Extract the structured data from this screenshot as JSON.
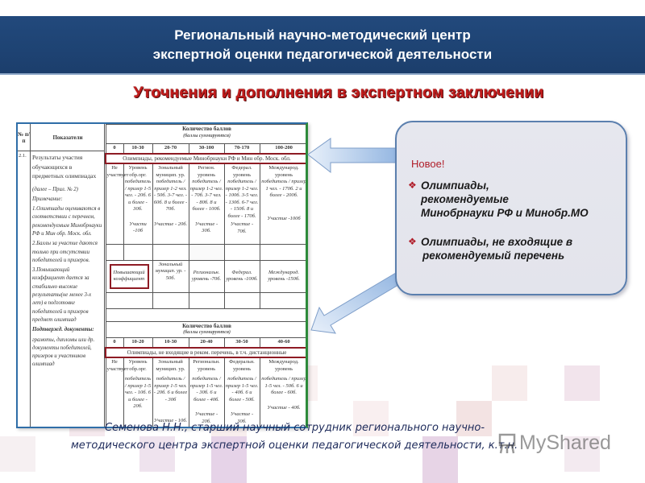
{
  "header": {
    "title_line1": "Региональный научно-методический центр",
    "title_line2": "экспертной оценки педагогической деятельности"
  },
  "subtitle": "Уточнения и дополнения в экспертном заключении",
  "document": {
    "col_num_header": "№ п/п",
    "col_indicator_header": "Показатели",
    "row_number": "2.1.",
    "indicator_title": "Результаты участия обучающихся в предметных олимпиадах",
    "notes": [
      "(далее – Прил. № 2)",
      "Примечание:",
      "1.Олимпиады оцениваются в соответствии с перечнем, рекомендуемым Минобрнауки РФ и Мин обр. Моск. обл.",
      "2.Баллы за участие даются только при отсутствии победителей и призеров.",
      "3.Повышающий коэффициент дается за стабильно высокие результаты(не менее 3-х лет) в подготовке победителей и призеров предмет олимпиад"
    ],
    "documents_label": "Подтвержд. документы:",
    "documents_text": "грамоты, дипломы или др. документы победителей, призеров и участников олимпиад",
    "section1": {
      "score_title": "Количество баллов",
      "score_subtitle": "(баллы суммируются)",
      "ranges": [
        "0",
        "10-30",
        "20-70",
        "30-100",
        "70-170",
        "100-200"
      ],
      "highlight": "Олимпиады, рекомендуемые Минобрнауки РФ и Мин обр. Моск. обл.",
      "levels": [
        {
          "name": "Не участвует",
          "detail": "",
          "participation": ""
        },
        {
          "name": "Уровень обр.орг.",
          "detail": "победитель / призер 1-5 чел. - 20б. 6 и более - 30б.",
          "participation": "Участи -10б"
        },
        {
          "name": "Зональный муницип. ур.",
          "detail": "победитель / призер 1-2 чел. - 50б. 3-7 чел. - 60б. 8 и более - 70б.",
          "participation": "Участие - 20б."
        },
        {
          "name": "Регион. уровень",
          "detail": "победитель / призер 1-2 чел. - 70б. 3-7 чел. - 80б. 8 и более - 100б.",
          "participation": "Участие - 30б."
        },
        {
          "name": "Федерал. уровень",
          "detail": "победитель / призер 1-2 чел. - 100б. 3-5 чел. - 130б. 6-7 чел. - 150б. 8 и более - 170б.",
          "participation": "Участие - 70б."
        },
        {
          "name": "Международ. уровень",
          "detail": "победитель / призер 1 чел. - 170б. 2 и более - 200б.",
          "participation": "Участие -100б"
        }
      ],
      "coefficient_label": "Повышающий коэффициент",
      "coefficients": [
        "Зональный муницип. ур. - 50б.",
        "Региональн. уровень -70б.",
        "Федерал. уровень -100б.",
        "Международ. уровень -150б."
      ]
    },
    "section2": {
      "score_title": "Количество баллов",
      "score_subtitle": "(баллы суммируются)",
      "ranges": [
        "0",
        "10-20",
        "10-30",
        "20-40",
        "30-50",
        "40-60"
      ],
      "highlight": "Олимпиады, не входящие в реком. перечень, в т.ч. дистанционные",
      "levels": [
        {
          "name": "Не участвует",
          "detail": "",
          "participation": ""
        },
        {
          "name": "Уровень обр.орг.",
          "detail": "победитель / призер 1-5 чел. - 10б. 6 и более - 20б.",
          "participation": ""
        },
        {
          "name": "Зональный муницип. ур.",
          "detail": "победитель / призер 1-5 чел. - 20б. 6 и более - 30б",
          "participation": "Участие - 10б."
        },
        {
          "name": "Региональн. уровень",
          "detail": "победитель / призер 1-5 чел. - 30б. 6 и более - 40б.",
          "participation": "Участие - 20б."
        },
        {
          "name": "Федеральн. уровень",
          "detail": "победитель / призер 1-5 чел. - 40б. 6 и более - 50б.",
          "participation": "Участие - 30б."
        },
        {
          "name": "Международ. уровень",
          "detail": "победитель / призер 1-5 чел. - 50б. 6 и более - 60б.",
          "participation": "Участие - 40б."
        }
      ]
    }
  },
  "panel": {
    "new_label": "Новое!",
    "bullets": [
      {
        "icon": "diamond-bullet-icon",
        "lines": [
          "Олимпиады,",
          "рекомендуемые",
          "Минобрнауки РФ и Минобр.МО"
        ]
      },
      {
        "icon": "diamond-bullet-icon",
        "lines": [
          "Олимпиады, не входящие в",
          "рекомендуемый перечень"
        ]
      }
    ]
  },
  "footer": {
    "line1": "Семенова Н.Н., старший научный сотрудник регионального научно-",
    "line2": "методического центра экспертной оценки педагогической деятельности, к.т.н."
  },
  "watermark": "MyShared",
  "colors": {
    "header_bg": "#1e4373",
    "subtitle_red": "#c11c1c",
    "panel_border": "#5b7fae",
    "panel_bg": "#e4e5ed",
    "accent_red": "#b01e2a",
    "highlight_box": "#8e1b24",
    "footer_text": "#1d2a5a"
  }
}
